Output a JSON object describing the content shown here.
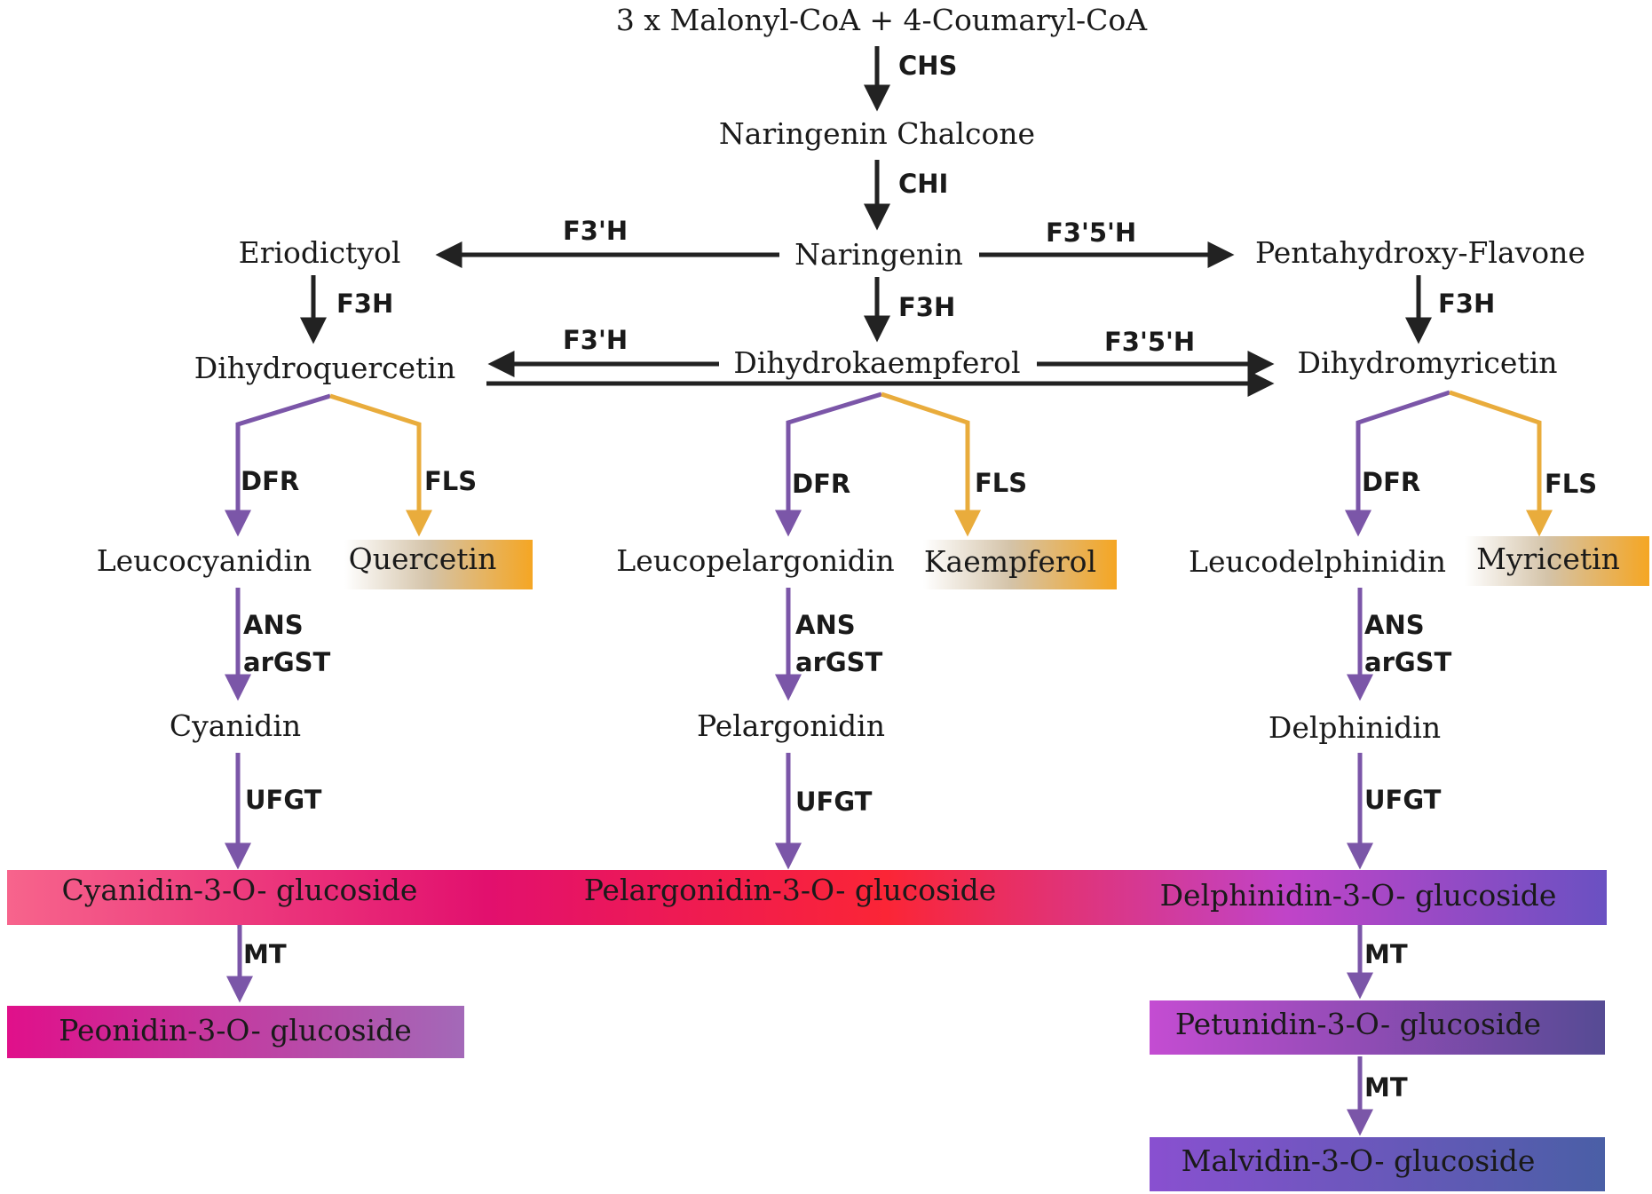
{
  "compounds": {
    "precursors": "3 x Malonyl-CoA + 4-Coumaryl-CoA",
    "naringenin_chalcone": "Naringenin Chalcone",
    "naringenin": "Naringenin",
    "eriodictyol": "Eriodictyol",
    "pentahydroxy_flavone": "Pentahydroxy-Flavone",
    "dihydroquercetin": "Dihydroquercetin",
    "dihydrokaempferol": "Dihydrokaempferol",
    "dihydromyricetin": "Dihydromyricetin",
    "leucocyanidin": "Leucocyanidin",
    "quercetin": "Quercetin",
    "leucopelargonidin": "Leucopelargonidin",
    "kaempferol": "Kaempferol",
    "leucodelphinidin": "Leucodelphinidin",
    "myricetin": "Myricetin",
    "cyanidin": "Cyanidin",
    "pelargonidin": "Pelargonidin",
    "delphinidin": "Delphinidin",
    "cyanidin_3g": "Cyanidin-3-O- glucoside",
    "pelargonidin_3g": "Pelargonidin-3-O- glucoside",
    "delphinidin_3g": "Delphinidin-3-O- glucoside",
    "peonidin_3g": "Peonidin-3-O- glucoside",
    "petunidin_3g": "Petunidin-3-O- glucoside",
    "malvidin_3g": "Malvidin-3-O- glucoside"
  },
  "enzymes": {
    "chs": "CHS",
    "chi": "CHI",
    "f3h_prime_left": "F3'H",
    "f35h_right": "F3'5'H",
    "f3h_left": "F3H",
    "f3h_center": "F3H",
    "f3h_right": "F3H",
    "f3h_prime_lower": "F3'H",
    "f35h_lower": "F3'5'H",
    "dfr_left": "DFR",
    "fls_left": "FLS",
    "dfr_center": "DFR",
    "fls_center": "FLS",
    "dfr_right": "DFR",
    "fls_right": "FLS",
    "ans_left": "ANS",
    "argst_left": "arGST",
    "ans_center": "ANS",
    "argst_center": "arGST",
    "ans_right": "ANS",
    "argst_right": "arGST",
    "ufgt_left": "UFGT",
    "ufgt_center": "UFGT",
    "ufgt_right": "UFGT",
    "mt_left": "MT",
    "mt_right_1": "MT",
    "mt_right_2": "MT"
  },
  "colors": {
    "black_arrow": "#222222",
    "purple_arrow": "#7b56a8",
    "orange_arrow": "#e9ac3c",
    "flavonol_gradient": [
      "#ffffff",
      "#d4c3a8",
      "#f5a623"
    ],
    "glucoside_band_gradient": [
      "#f7648c",
      "#e2106e",
      "#fb2536",
      "#c044c8",
      "#6a51c2"
    ],
    "peonidin_gradient": [
      "#e0108a",
      "#a369b8"
    ],
    "petunidin_gradient": [
      "#c44cd2",
      "#564b94"
    ],
    "malvidin_gradient": [
      "#8950d0",
      "#4a5fa6"
    ]
  }
}
